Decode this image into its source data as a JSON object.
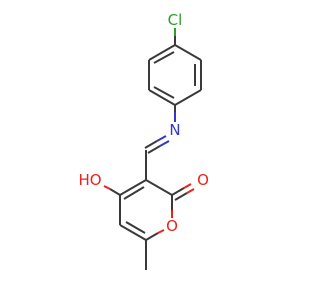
{
  "molecule": {
    "atoms": {
      "chlorine": {
        "symbol": "Cl",
        "color": "#2aa02a"
      },
      "nitrogen": {
        "symbol": "N",
        "color": "#3535c8"
      },
      "hydroxyl": {
        "symbol": "HO",
        "color": "#e8241a"
      },
      "carbonyl_oxygen": {
        "symbol": "O",
        "color": "#e8241a"
      },
      "ring_oxygen": {
        "symbol": "O",
        "color": "#e8241a"
      }
    },
    "bond_color": "#3a3a3a"
  }
}
